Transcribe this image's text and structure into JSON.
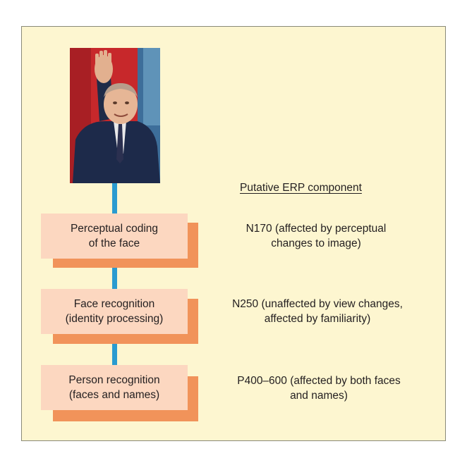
{
  "header": {
    "title": "Putative ERP component"
  },
  "stages": [
    {
      "box_line1": "Perceptual coding",
      "box_line2": "of the face",
      "desc_line1": "N170 (affected by perceptual",
      "desc_line2": "changes to image)"
    },
    {
      "box_line1": "Face recognition",
      "box_line2": "(identity processing)",
      "desc_line1": "N250 (unaffected by view changes,",
      "desc_line2": "affected by familiarity)"
    },
    {
      "box_line1": "Person recognition",
      "box_line2": "(faces and names)",
      "desc_line1": "P400–600 (affected by both faces",
      "desc_line2": "and names)"
    }
  ],
  "colors": {
    "panel_background": "#fdf6d0",
    "box_fill": "#fcd7c0",
    "box_shadow": "#f1935a",
    "connector": "#2a9bd0"
  }
}
